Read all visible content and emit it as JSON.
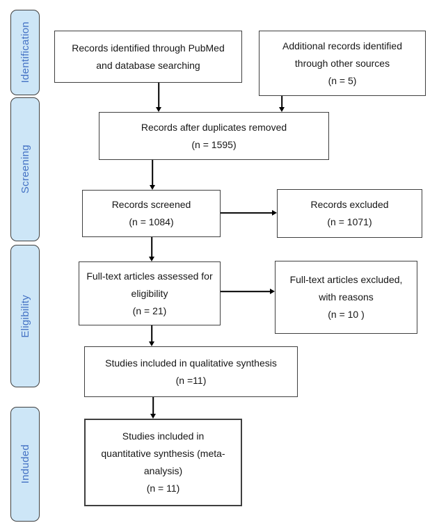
{
  "diagram": {
    "kind": "PRISMA study-selection flow diagram",
    "colors": {
      "stage_fill": "#CDE6F7",
      "stage_border": "#3F3F3F",
      "stage_text": "#4472C4",
      "box_border": "#3F3F3F",
      "box_text": "#161616",
      "arrow": "#000000",
      "background": "#FFFFFF"
    }
  },
  "stages": [
    {
      "label": "Identification"
    },
    {
      "label": "Screening"
    },
    {
      "label": "Eligibility"
    },
    {
      "label": "Induded"
    }
  ],
  "boxes": {
    "identified": {
      "lines": [
        "Records identified through PubMed",
        "and database searching"
      ]
    },
    "additional": {
      "lines": [
        "Additional records identified",
        "through other sources",
        "(n = 5)"
      ]
    },
    "duplicates": {
      "lines": [
        "Records after duplicates removed",
        "(n = 1595)"
      ]
    },
    "screened": {
      "lines": [
        "Records screened",
        "(n = 1084)"
      ]
    },
    "excluded": {
      "lines": [
        "Records excluded",
        "(n = 1071)"
      ]
    },
    "fulltext": {
      "lines": [
        "Full-text articles assessed for",
        "eligibility",
        "(n = 21)"
      ]
    },
    "fulltext_excluded": {
      "lines": [
        "Full-text articles excluded,",
        "with reasons",
        "(n = 10 )"
      ]
    },
    "qualitative": {
      "lines": [
        "Studies included in qualitative synthesis",
        "(n =11)"
      ]
    },
    "quantitative": {
      "lines": [
        "Studies included in",
        "quantitative synthesis (meta-",
        "analysis)",
        "(n = 11)"
      ]
    }
  },
  "connections": [
    {
      "from": "identified",
      "to": "duplicates"
    },
    {
      "from": "additional",
      "to": "duplicates"
    },
    {
      "from": "duplicates",
      "to": "screened"
    },
    {
      "from": "screened",
      "to": "excluded"
    },
    {
      "from": "screened",
      "to": "fulltext"
    },
    {
      "from": "fulltext",
      "to": "fulltext_excluded"
    },
    {
      "from": "fulltext",
      "to": "qualitative"
    },
    {
      "from": "qualitative",
      "to": "quantitative"
    }
  ]
}
